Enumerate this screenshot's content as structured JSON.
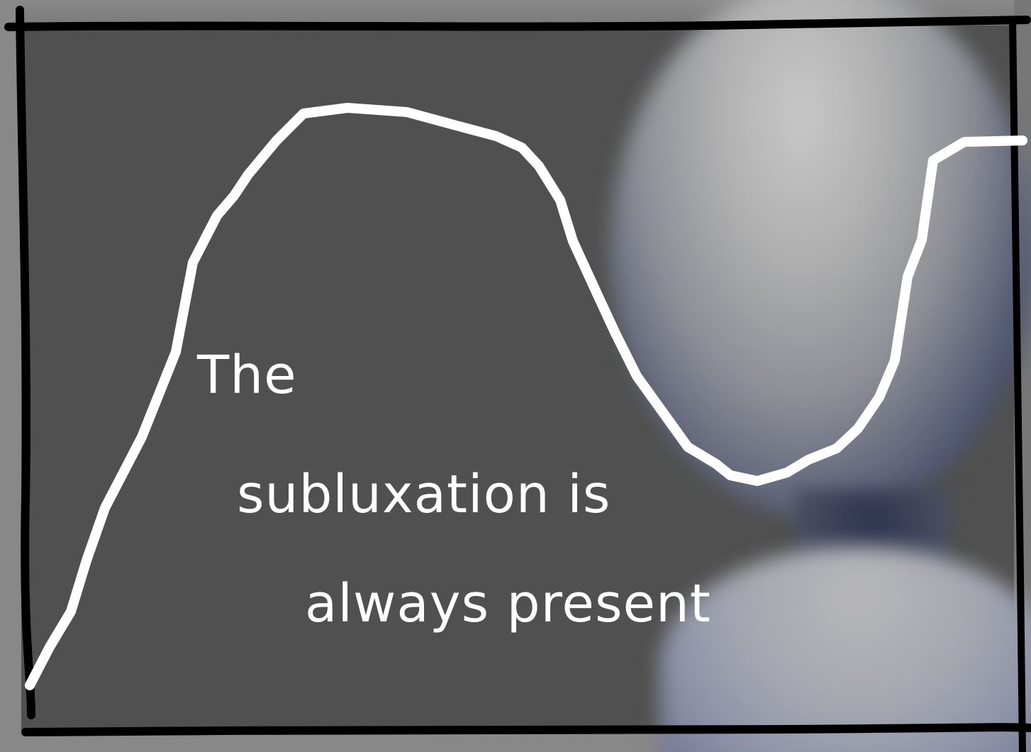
{
  "caption": {
    "line1": "The",
    "line2": "subluxation is",
    "line3": "always present"
  },
  "colors": {
    "background": "#505050",
    "frame": "#000000",
    "curve": "#ffffff",
    "text": "#ffffff"
  }
}
